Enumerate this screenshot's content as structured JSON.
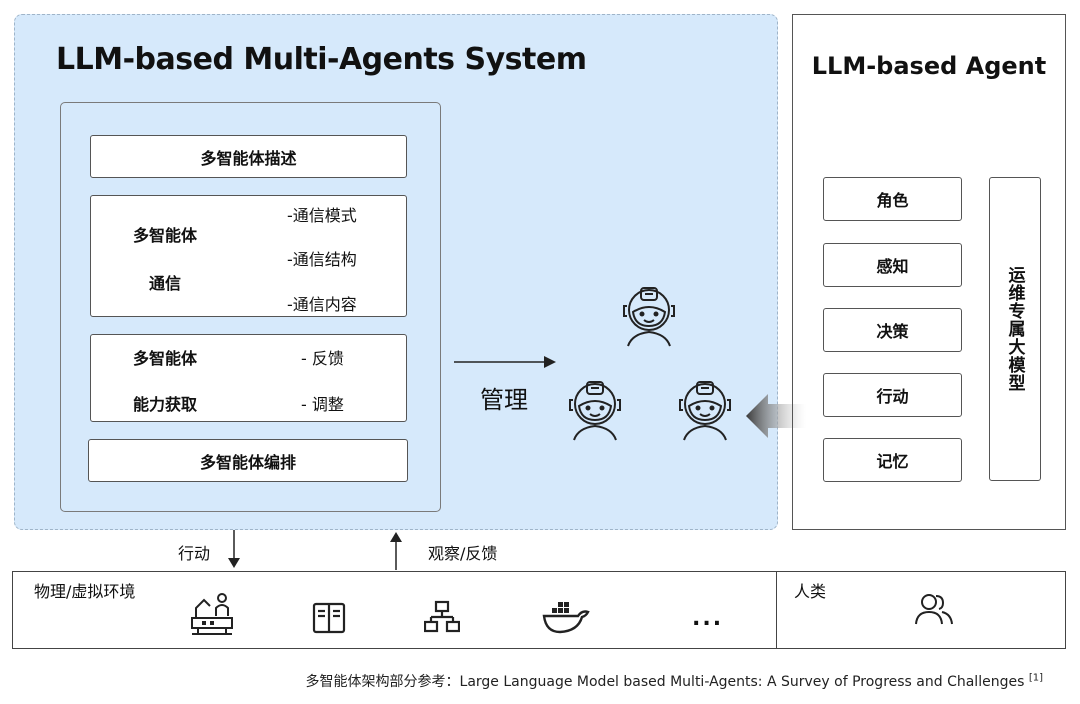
{
  "mas": {
    "title": "LLM-based Multi-Agents System",
    "profile": "多智能体描述",
    "comm": {
      "label_line1": "多智能体",
      "label_line2": "通信",
      "items": [
        "-通信模式",
        "-通信结构",
        "-通信内容"
      ]
    },
    "capability": {
      "label_line1": "多智能体",
      "label_line2": "能力获取",
      "items": [
        "- 反馈",
        "- 调整"
      ]
    },
    "orchestration": "多智能体编排",
    "manage_label": "管理"
  },
  "agent": {
    "title": "LLM-based Agent",
    "capabilities": [
      "角色",
      "感知",
      "决策",
      "行动",
      "记忆"
    ],
    "model": "运维专属大模型"
  },
  "flows": {
    "action": "行动",
    "observe": "观察/反馈"
  },
  "environment": {
    "label": "物理/虚拟环境",
    "ellipsis": "...",
    "human_label": "人类",
    "icons": [
      "factory-worker-icon",
      "server-icon",
      "network-icon",
      "docker-icon",
      "users-icon"
    ]
  },
  "footnote": {
    "text": "多智能体架构部分参考：Large Language Model based Multi-Agents: A Survey of Progress and Challenges ",
    "ref": "[1]"
  },
  "colors": {
    "panel_bg": "#d6e9fb",
    "box_border": "#555555"
  }
}
